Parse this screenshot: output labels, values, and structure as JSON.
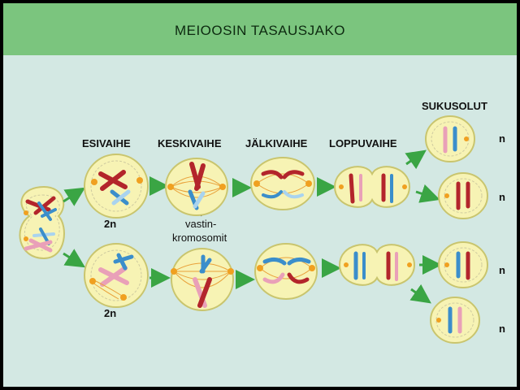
{
  "title": "MEIOOSIN TASAUSJAKO",
  "stages": {
    "prophase": "ESIVAIHE",
    "metaphase": "KESKIVAIHE",
    "anaphase": "JÄLKIVAIHE",
    "telophase": "LOPPUVAIHE",
    "gametes": "SUKUSOLUT"
  },
  "ploidy": {
    "diploid": "2n",
    "haploid": "n"
  },
  "annotation": {
    "line1": "vastin-",
    "line2": "kromosomit"
  },
  "colors": {
    "header": "#7bc57e",
    "background": "#d3e8e3",
    "cell_fill": "#f7f3b4",
    "cell_border": "#c9c56e",
    "arrow": "#3aa544",
    "chromosome_red": "#b3252b",
    "chromosome_pink": "#e9a0b8",
    "chromosome_blue": "#3b8ecb",
    "chromosome_lightblue": "#a9d3ef",
    "centrosome": "#f0a020"
  }
}
